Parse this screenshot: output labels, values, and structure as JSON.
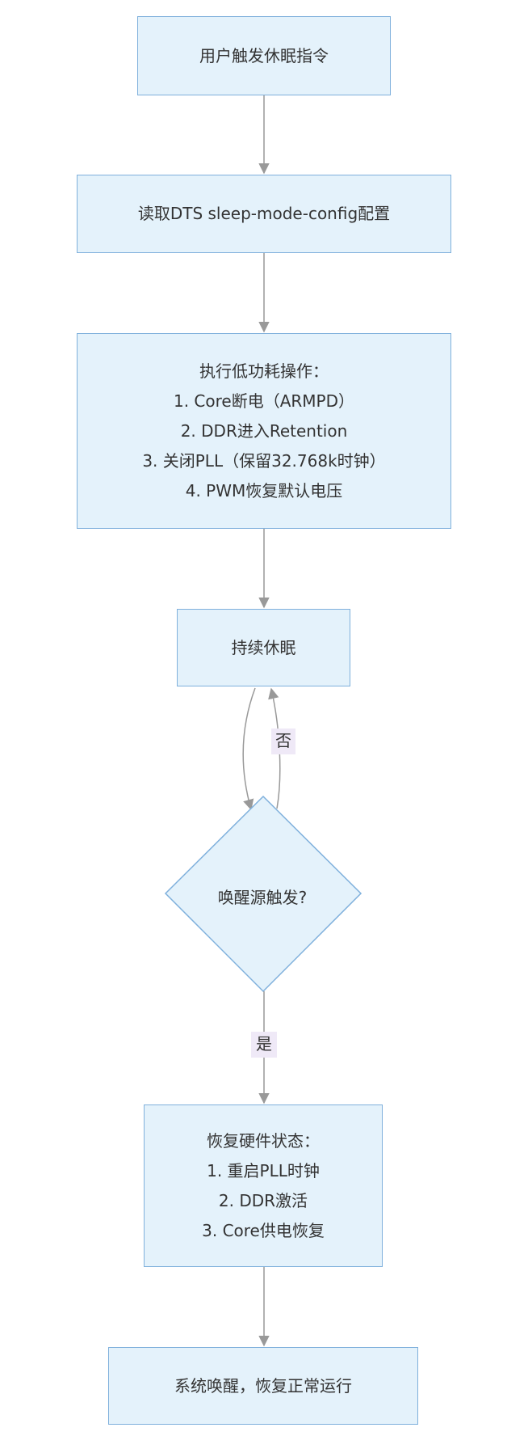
{
  "nodes": {
    "trigger": {
      "text": "用户触发休眠指令"
    },
    "read_config": {
      "text": "读取DTS sleep-mode-config配置"
    },
    "low_power": {
      "lines": [
        "执行低功耗操作：",
        "1. Core断电（ARMPD）",
        "2. DDR进入Retention",
        "3. 关闭PLL（保留32.768k时钟）",
        "4. PWM恢复默认电压"
      ]
    },
    "keep_sleep": {
      "text": "持续休眠"
    },
    "wake_check": {
      "text": "唤醒源触发?"
    },
    "restore": {
      "lines": [
        "恢复硬件状态：",
        "1. 重启PLL时钟",
        "2. DDR激活",
        "3. Core供电恢复"
      ]
    },
    "wake_up": {
      "text": "系统唤醒，恢复正常运行"
    }
  },
  "edge_labels": {
    "no": "否",
    "yes": "是"
  },
  "colors": {
    "node_fill": "#e4f2fb",
    "node_border": "#7fb0dc",
    "edge": "#999999",
    "label_bg": "#efe9f7"
  }
}
